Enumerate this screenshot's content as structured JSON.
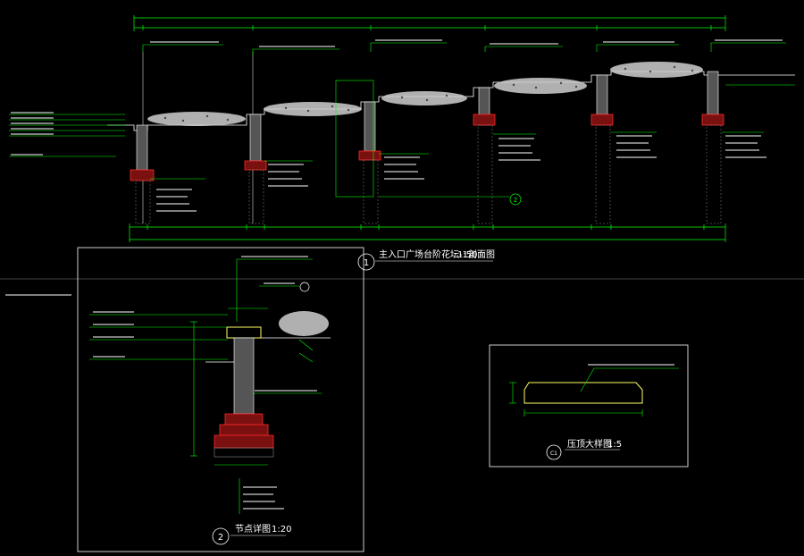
{
  "drawing": {
    "section_title": "主入口广场台阶花坛-1剖面图",
    "section_scale": "1:50",
    "section_marker": "1",
    "detail_title": "节点详图",
    "detail_scale": "1:20",
    "detail_marker": "2",
    "cap_title": "压顶大样图",
    "cap_scale": "1:5",
    "cap_marker": "C1",
    "callout_marker_2": "2"
  },
  "colors": {
    "background": "#000000",
    "dimension": "#00ff00",
    "leader": "#00ff00",
    "outline": "#ffffff",
    "rebar": "#ff2a2a",
    "cap": "#ffff66",
    "frame": "#ffffff",
    "foliage": "#cfcfcf"
  }
}
